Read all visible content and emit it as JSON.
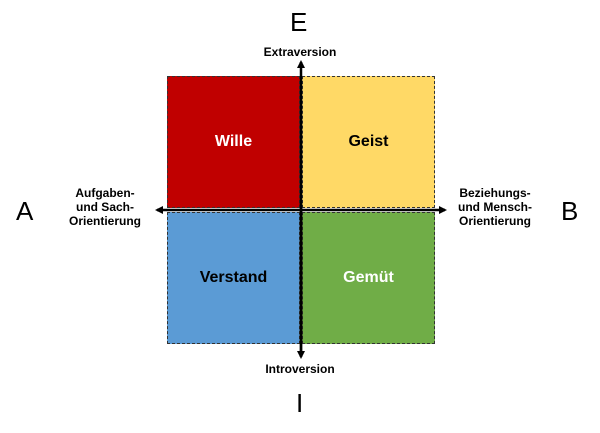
{
  "quadrants": {
    "top_left": {
      "label": "Wille",
      "color": "#c00000",
      "text_color": "#ffffff"
    },
    "top_right": {
      "label": "Geist",
      "color": "#ffd966",
      "text_color": "#000000"
    },
    "bottom_left": {
      "label": "Verstand",
      "color": "#5b9bd5",
      "text_color": "#000000"
    },
    "bottom_right": {
      "label": "Gemüt",
      "color": "#70ad47",
      "text_color": "#ffffff"
    }
  },
  "axes": {
    "top": {
      "letter": "E",
      "label": "Extraversion"
    },
    "bottom": {
      "letter": "I",
      "label": "Introversion"
    },
    "left": {
      "letter": "A",
      "label_lines": [
        "Aufgaben-",
        "und Sach-",
        "Orientierung"
      ]
    },
    "right": {
      "letter": "B",
      "label_lines": [
        "Beziehungs-",
        "und Mensch-",
        "Orientierung"
      ]
    }
  }
}
